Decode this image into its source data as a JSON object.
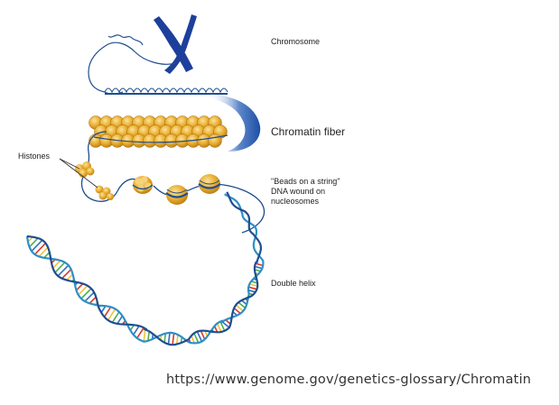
{
  "labels": {
    "chromosome": "Chromosome",
    "chromatin_fiber": "Chromatin fiber",
    "histones": "Histones",
    "beads_line1": "\"Beads on a string\"",
    "beads_line2": "DNA wound on",
    "beads_line3": "nucleosomes",
    "double_helix": "Double helix"
  },
  "source_url": "https://www.genome.gov/genetics-glossary/Chromatin",
  "colors": {
    "dna_blue": "#1f4e8f",
    "chromosome_blue": "#1d3f9c",
    "nucleosome_gold": "#e2a52a",
    "nucleosome_highlight": "#f6d27a",
    "helix_teal": "#2f8fc4",
    "base_red": "#d83a2c",
    "base_yellow": "#f0c23a",
    "base_green": "#4caf50",
    "base_blue": "#2f6fc0"
  }
}
